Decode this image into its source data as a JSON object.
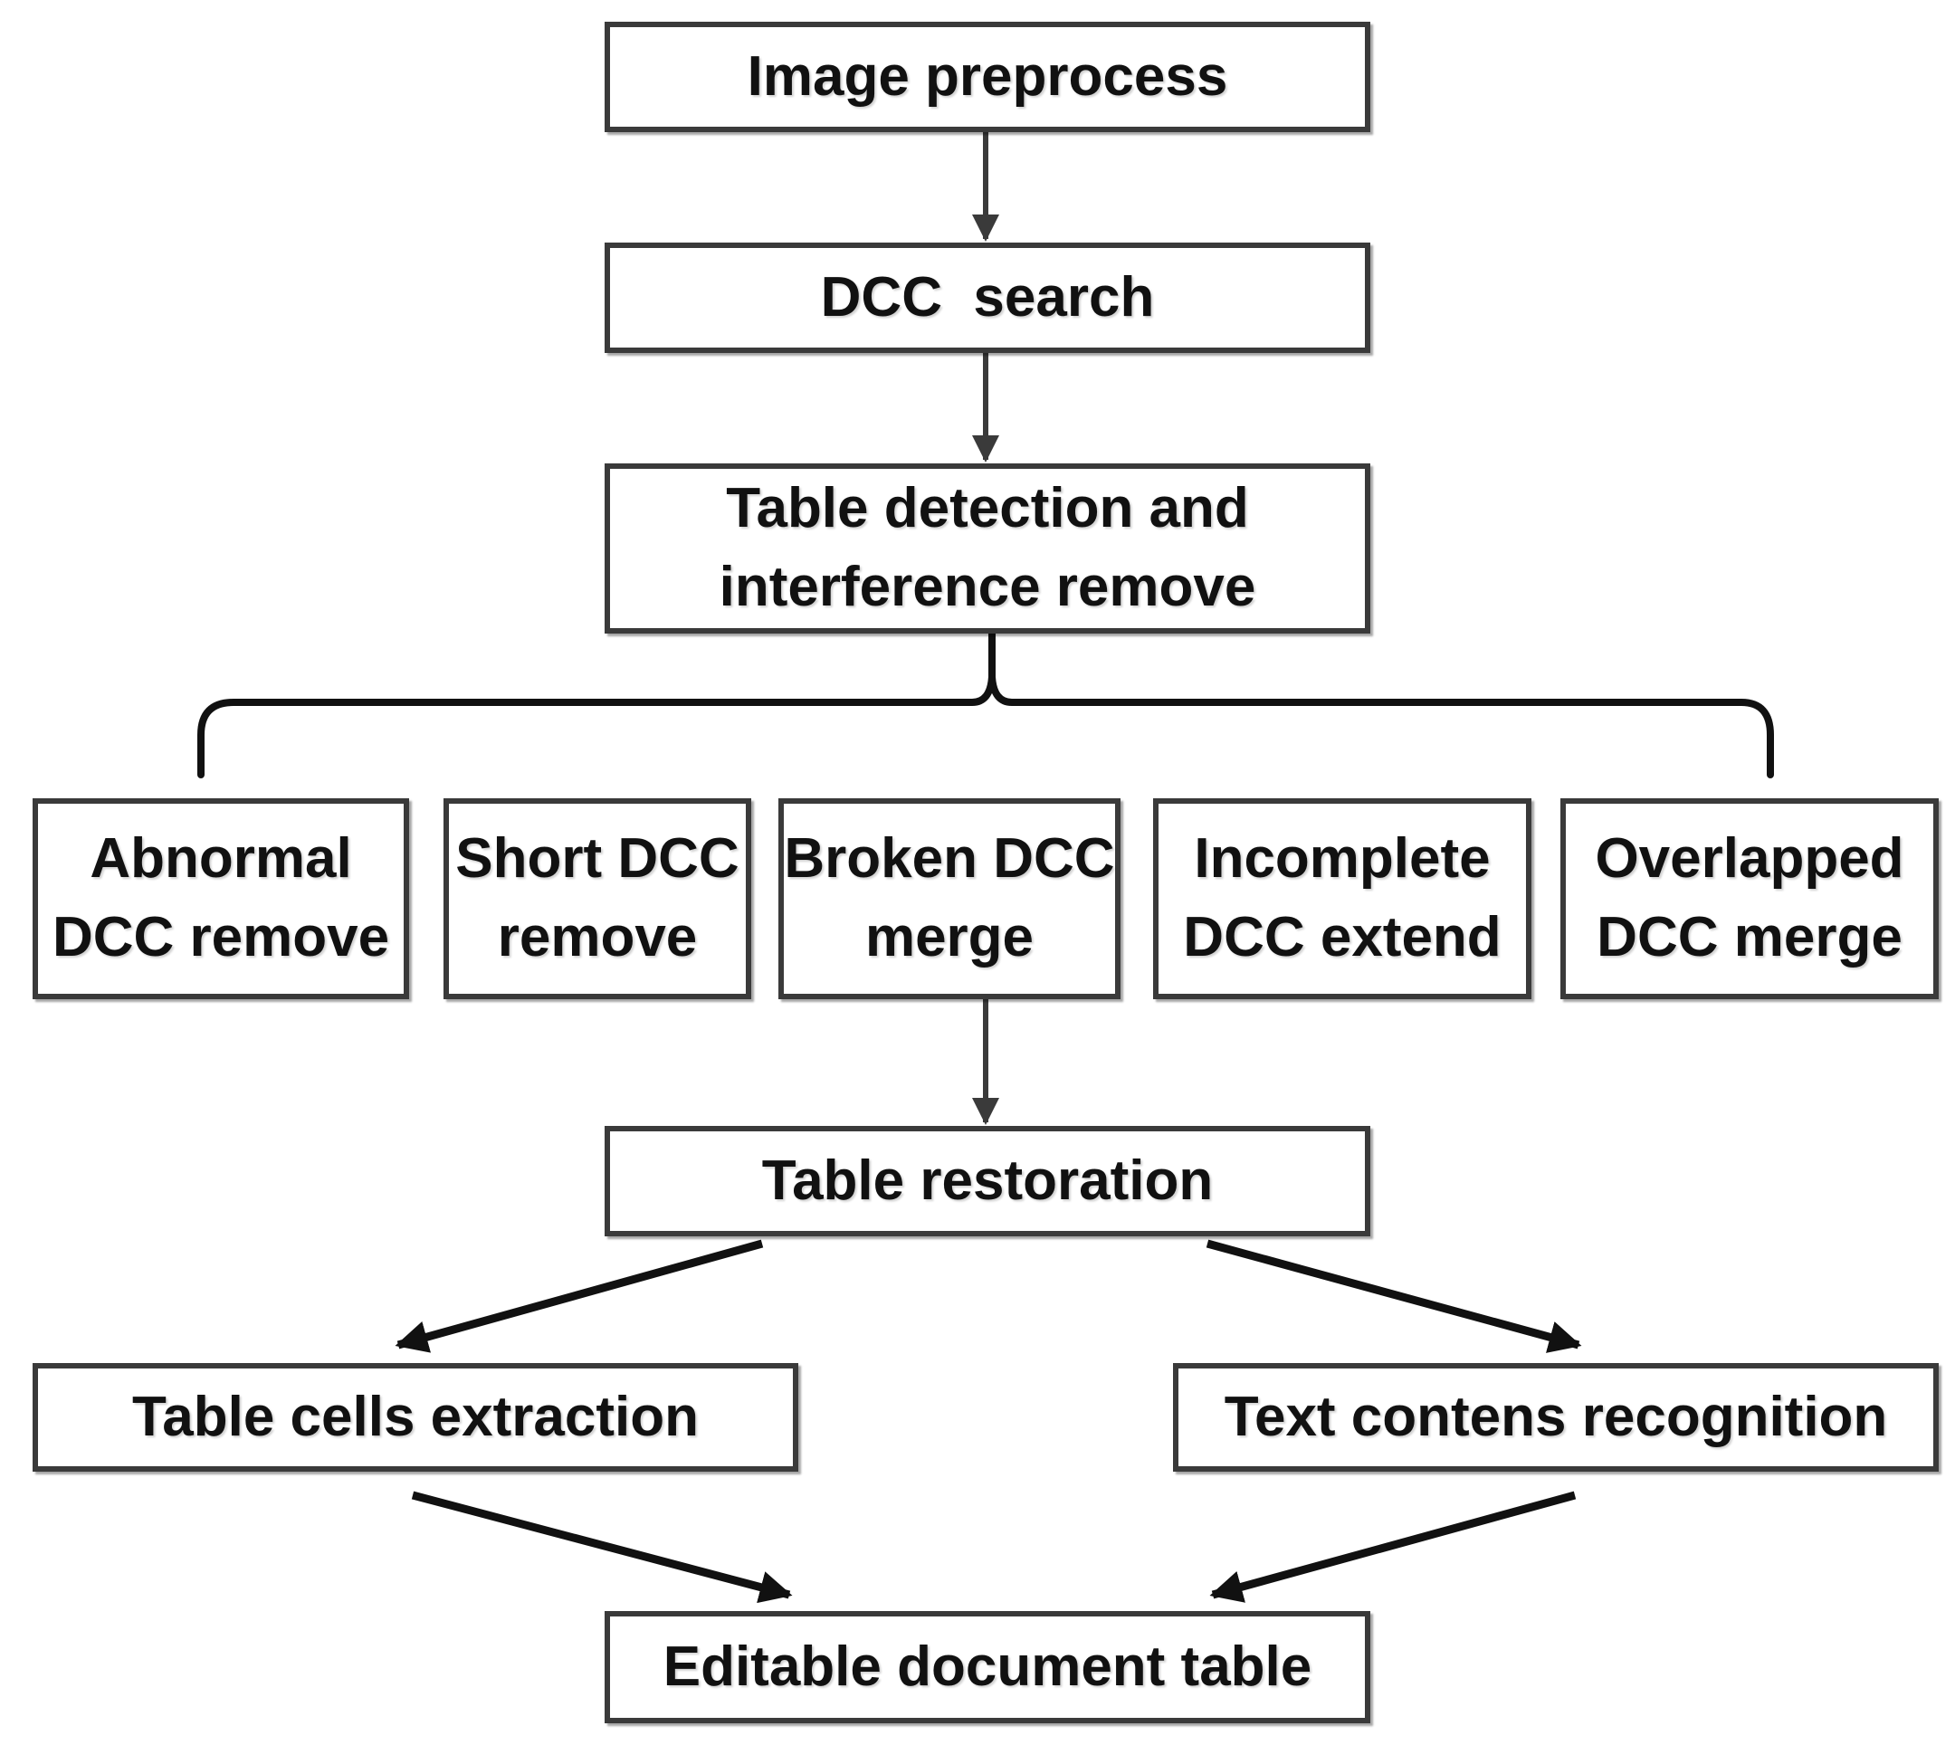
{
  "diagram": {
    "nodes": {
      "image_preprocess": "Image preprocess",
      "dcc_search": "DCC  search",
      "table_detection": "Table detection and\ninterference remove",
      "abnormal_dcc_remove": "Abnormal\nDCC remove",
      "short_dcc_remove": "Short DCC\nremove",
      "broken_dcc_merge": "Broken DCC\nmerge",
      "incomplete_dcc_extend": "Incomplete\nDCC extend",
      "overlapped_dcc_merge": "Overlapped\nDCC merge",
      "table_restoration": "Table restoration",
      "table_cells_extraction": "Table cells extraction",
      "text_contens_recognition": "Text contens recognition",
      "editable_document_table": "Editable document table"
    },
    "edges": [
      [
        "image_preprocess",
        "dcc_search"
      ],
      [
        "dcc_search",
        "table_detection"
      ],
      [
        "table_detection",
        "abnormal_dcc_remove"
      ],
      [
        "table_detection",
        "short_dcc_remove"
      ],
      [
        "table_detection",
        "broken_dcc_merge"
      ],
      [
        "table_detection",
        "incomplete_dcc_extend"
      ],
      [
        "table_detection",
        "overlapped_dcc_merge"
      ],
      [
        "broken_dcc_merge",
        "table_restoration"
      ],
      [
        "table_restoration",
        "table_cells_extraction"
      ],
      [
        "table_restoration",
        "text_contens_recognition"
      ],
      [
        "table_cells_extraction",
        "editable_document_table"
      ],
      [
        "text_contens_recognition",
        "editable_document_table"
      ]
    ],
    "colors": {
      "box_border": "#3a3a3a",
      "text": "#111111",
      "arrow": "#3a3a3a",
      "bold_arrow": "#111111"
    }
  }
}
